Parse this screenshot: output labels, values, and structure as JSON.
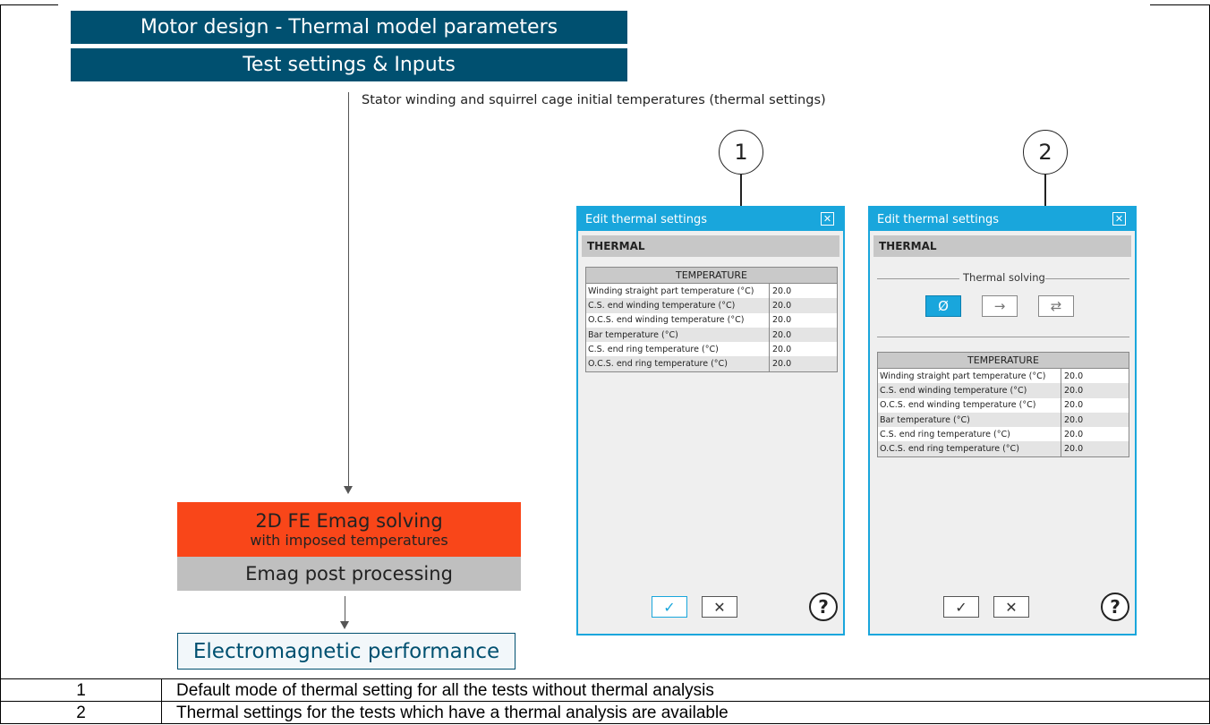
{
  "diagram": {
    "title": "Motor design - Thermal model parameters",
    "subtitle": "Test settings & Inputs",
    "caption": "Stator winding and squirrel cage initial temperatures (thermal settings)",
    "solve_box": {
      "line1": "2D FE Emag solving",
      "line2": "with imposed temperatures",
      "color": "#f94619"
    },
    "post_box": {
      "label": "Emag post processing",
      "color": "#bfbfbf"
    },
    "result_box": {
      "label": "Electromagnetic performance",
      "color": "#005070"
    },
    "header_color": "#005070",
    "callouts": [
      "1",
      "2"
    ]
  },
  "dialog1": {
    "title": "Edit thermal settings",
    "section": "THERMAL",
    "table_header": "TEMPERATURE",
    "rows": [
      {
        "name": "Winding straight part temperature (°C)",
        "value": "20.0"
      },
      {
        "name": "C.S. end winding temperature (°C)",
        "value": "20.0"
      },
      {
        "name": "O.C.S. end winding temperature (°C)",
        "value": "20.0"
      },
      {
        "name": "Bar temperature (°C)",
        "value": "20.0"
      },
      {
        "name": "C.S. end ring temperature (°C)",
        "value": "20.0"
      },
      {
        "name": "O.C.S. end ring temperature (°C)",
        "value": "20.0"
      }
    ],
    "ok_icon": "check-icon",
    "cancel_icon": "close-icon",
    "help_label": "?"
  },
  "dialog2": {
    "title": "Edit thermal settings",
    "section": "THERMAL",
    "solving_label": "Thermal solving",
    "modes": [
      {
        "icon": "empty-set-icon",
        "glyph": "Ø",
        "active": true
      },
      {
        "icon": "arrow-right-icon",
        "glyph": "→",
        "active": false
      },
      {
        "icon": "arrows-exchange-icon",
        "glyph": "⇄",
        "active": false
      }
    ],
    "table_header": "TEMPERATURE",
    "rows": [
      {
        "name": "Winding straight part temperature (°C)",
        "value": "20.0"
      },
      {
        "name": "C.S. end winding temperature (°C)",
        "value": "20.0"
      },
      {
        "name": "O.C.S. end winding temperature (°C)",
        "value": "20.0"
      },
      {
        "name": "Bar temperature (°C)",
        "value": "20.0"
      },
      {
        "name": "C.S. end ring temperature (°C)",
        "value": "20.0"
      },
      {
        "name": "O.C.S. end ring temperature (°C)",
        "value": "20.0"
      }
    ],
    "ok_icon": "check-icon",
    "cancel_icon": "close-icon",
    "help_label": "?"
  },
  "accent_color": "#19a6dc",
  "legend": [
    {
      "num": "1",
      "text": "Default mode of thermal setting for all the tests without thermal analysis"
    },
    {
      "num": "2",
      "text": "Thermal settings for the tests which have a thermal analysis are available"
    }
  ]
}
